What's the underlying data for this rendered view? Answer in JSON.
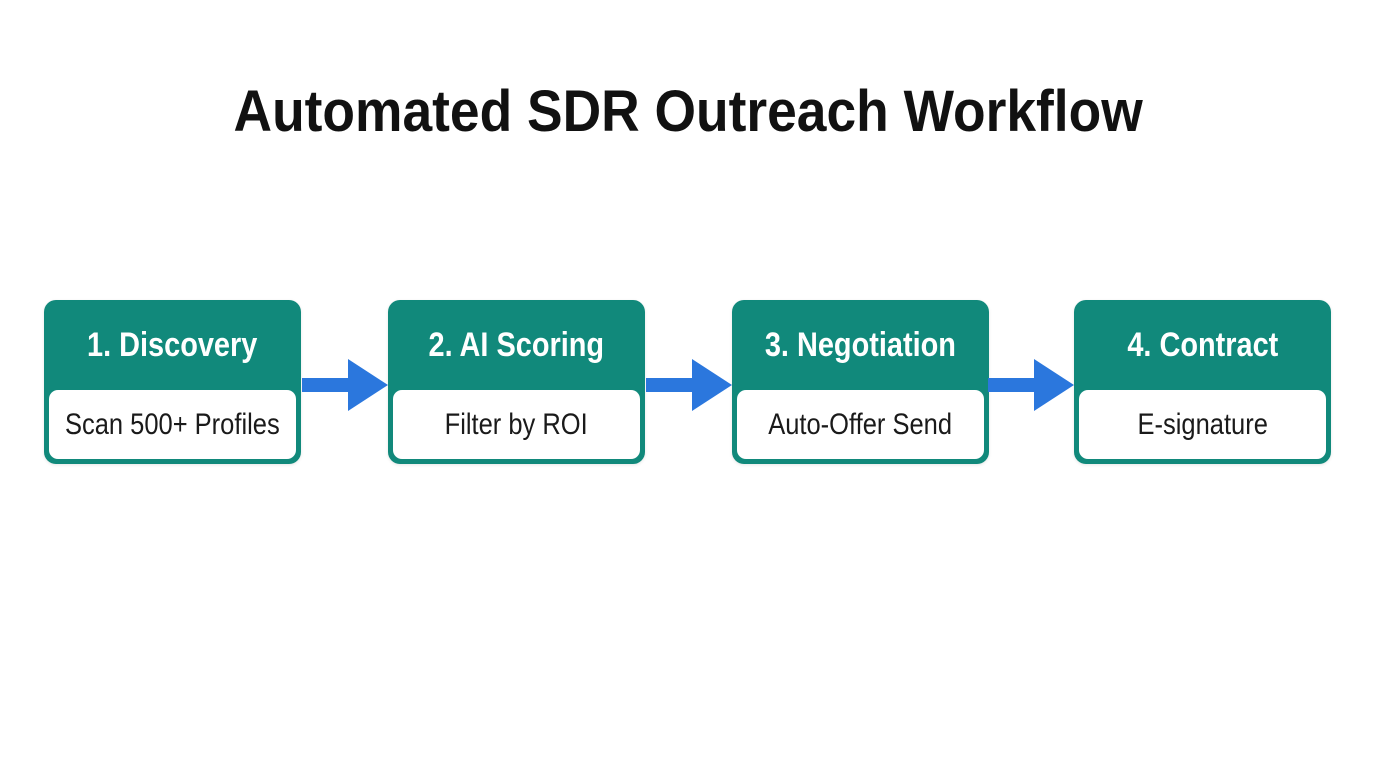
{
  "title": "Automated SDR Outreach Workflow",
  "steps": [
    {
      "title": "1. Discovery",
      "detail": "Scan 500+ Profiles"
    },
    {
      "title": "2. AI Scoring",
      "detail": "Filter by ROI"
    },
    {
      "title": "3. Negotiation",
      "detail": "Auto-Offer Send"
    },
    {
      "title": "4. Contract",
      "detail": "E-signature"
    }
  ],
  "colors": {
    "teal": "#11897B",
    "arrow_blue": "#2B77DD",
    "header_text": "#FFFFFF",
    "body_text": "#1A1A1A",
    "title_text": "#111111",
    "card_body_bg": "#FFFFFF",
    "background": "#FFFFFF"
  }
}
